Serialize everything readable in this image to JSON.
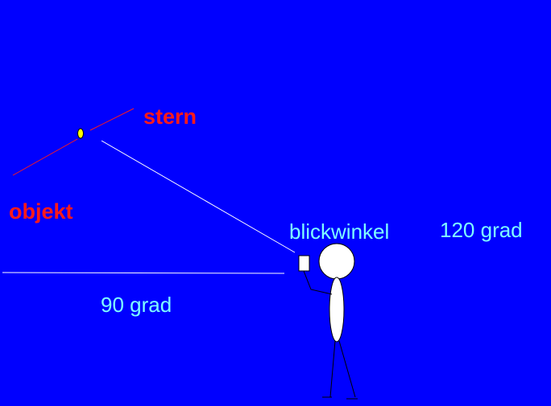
{
  "labels": {
    "star": "stern",
    "object": "objekt",
    "view_angle": "blickwinkel",
    "angle_120": "120 grad",
    "angle_90": "90 grad"
  },
  "colors": {
    "background": "#0000ff",
    "label_red": "#ff1a1a",
    "label_cyan": "#7fffff",
    "sight_line": "#ffffff",
    "pointer_line": "#ff1a1a",
    "star_fill": "#ffff00"
  }
}
